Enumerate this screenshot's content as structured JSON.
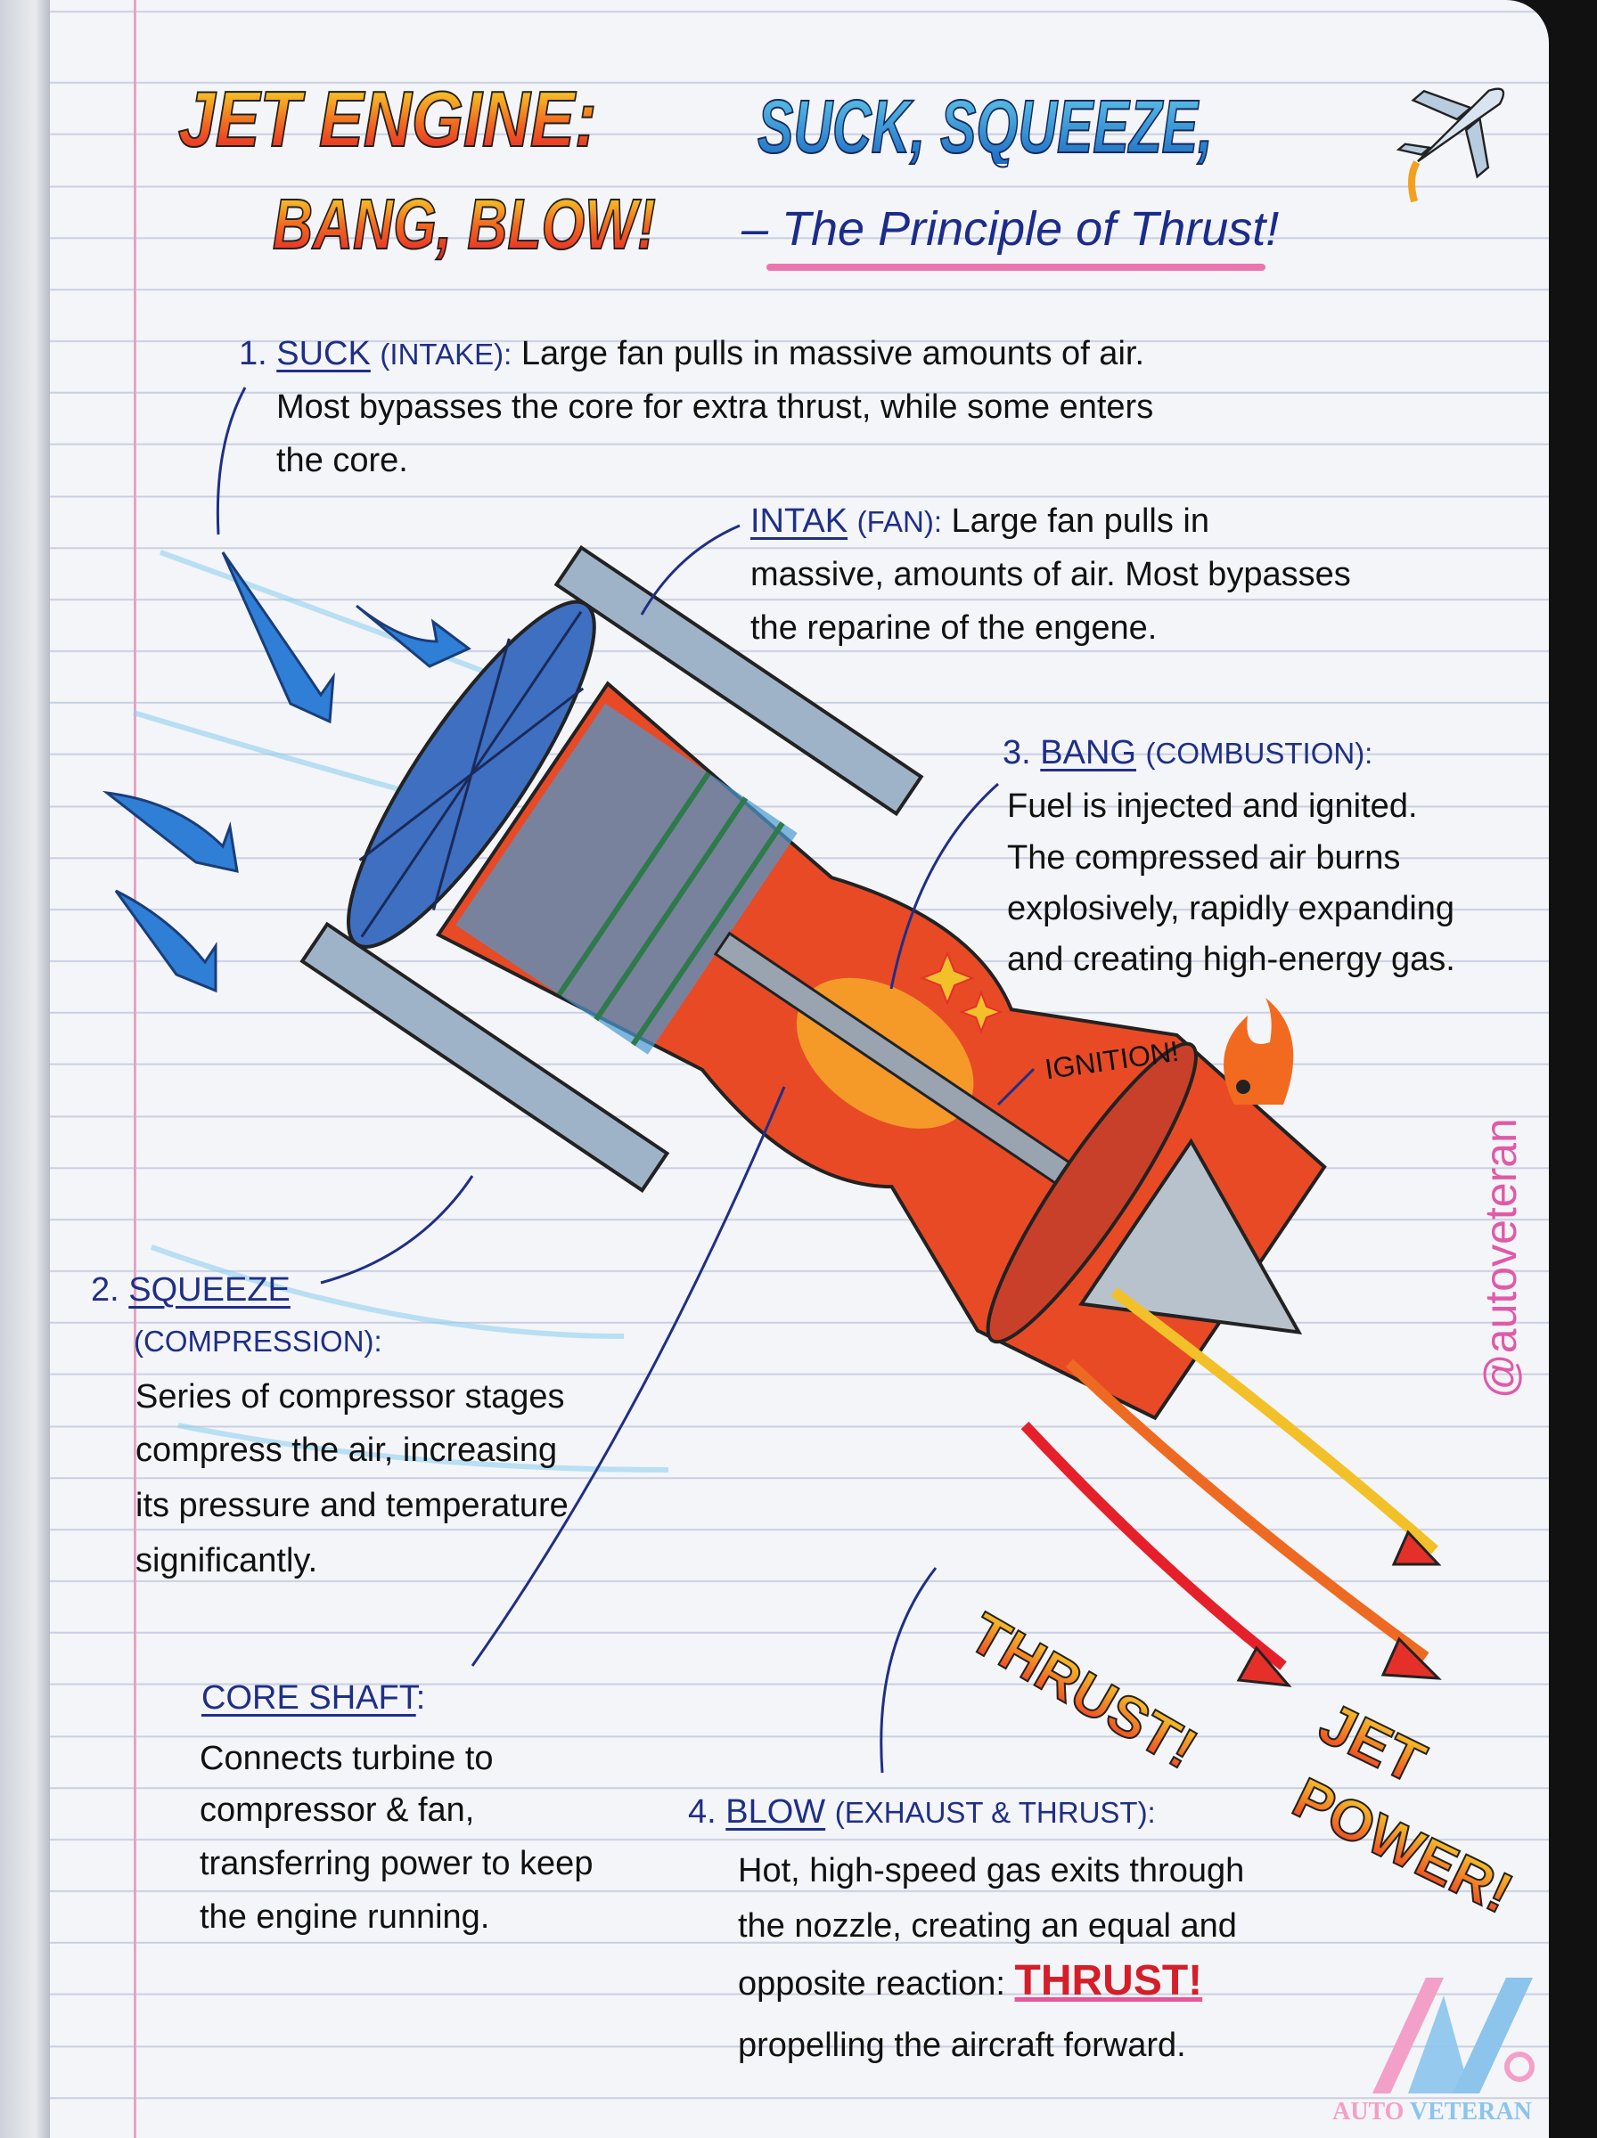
{
  "title": {
    "part1": "JET ENGINE:",
    "part2": "SUCK, SQUEEZE,",
    "part3": "BANG, BLOW!",
    "subtitle": "– The Principle of Thrust!"
  },
  "sections": {
    "suck": {
      "number": "1.",
      "heading": "SUCK",
      "paren": "(INTAKE):",
      "lines": [
        "Large fan pulls in massive amounts of air.",
        "Most bypasses the core for extra thrust, while some enters",
        "the core."
      ]
    },
    "intake": {
      "heading": "INTAK",
      "paren": "(FAN):",
      "lines": [
        "Large fan pulls in",
        "massive, amounts of air. Most bypasses",
        "the reparine of the engene."
      ]
    },
    "bang": {
      "number": "3.",
      "heading": "BANG",
      "paren": "(COMBUSTION):",
      "lines": [
        "Fuel is injected and ignited.",
        "The compressed air burns",
        "explosively, rapidly expanding",
        "and creating high-energy gas."
      ]
    },
    "squeeze": {
      "number": "2.",
      "heading": "SQUEEZE",
      "paren": "(COMPRESSION):",
      "lines": [
        "Series of compressor stages",
        "compress the air, increasing",
        "its pressure and temperature",
        "significantly."
      ]
    },
    "core_shaft": {
      "heading": "CORE SHAFT",
      "colon": ":",
      "lines": [
        "Connects turbine to",
        "compressor & fan,",
        "transferring power to keep",
        "the engine running."
      ]
    },
    "blow": {
      "number": "4.",
      "heading": "BLOW",
      "paren": "(EXHAUST & THRUST):",
      "lines": [
        "Hot, high-speed gas exits through",
        "the nozzle, creating an equal and",
        "opposite reaction: ",
        "propelling the aircraft forward."
      ],
      "highlight": "THRUST!"
    }
  },
  "callouts": {
    "ignition": "IGNITION!",
    "thrust": "THRUST!",
    "jet": "JET",
    "power": "POWER!"
  },
  "watermark": {
    "handle": "@autoveteran",
    "logo_text_1": "AUTO",
    "logo_text_2": "VETERAN"
  },
  "colors": {
    "ink_blue": "#1f2f86",
    "flame_red": "#e5202a",
    "flame_yellow": "#f7d22b",
    "air_blue": "#5fb8ea",
    "pink": "#e8559a"
  },
  "icons": [
    "jet-plane-icon",
    "fire-emoji-icon",
    "spark-icon",
    "arrow-icon"
  ]
}
